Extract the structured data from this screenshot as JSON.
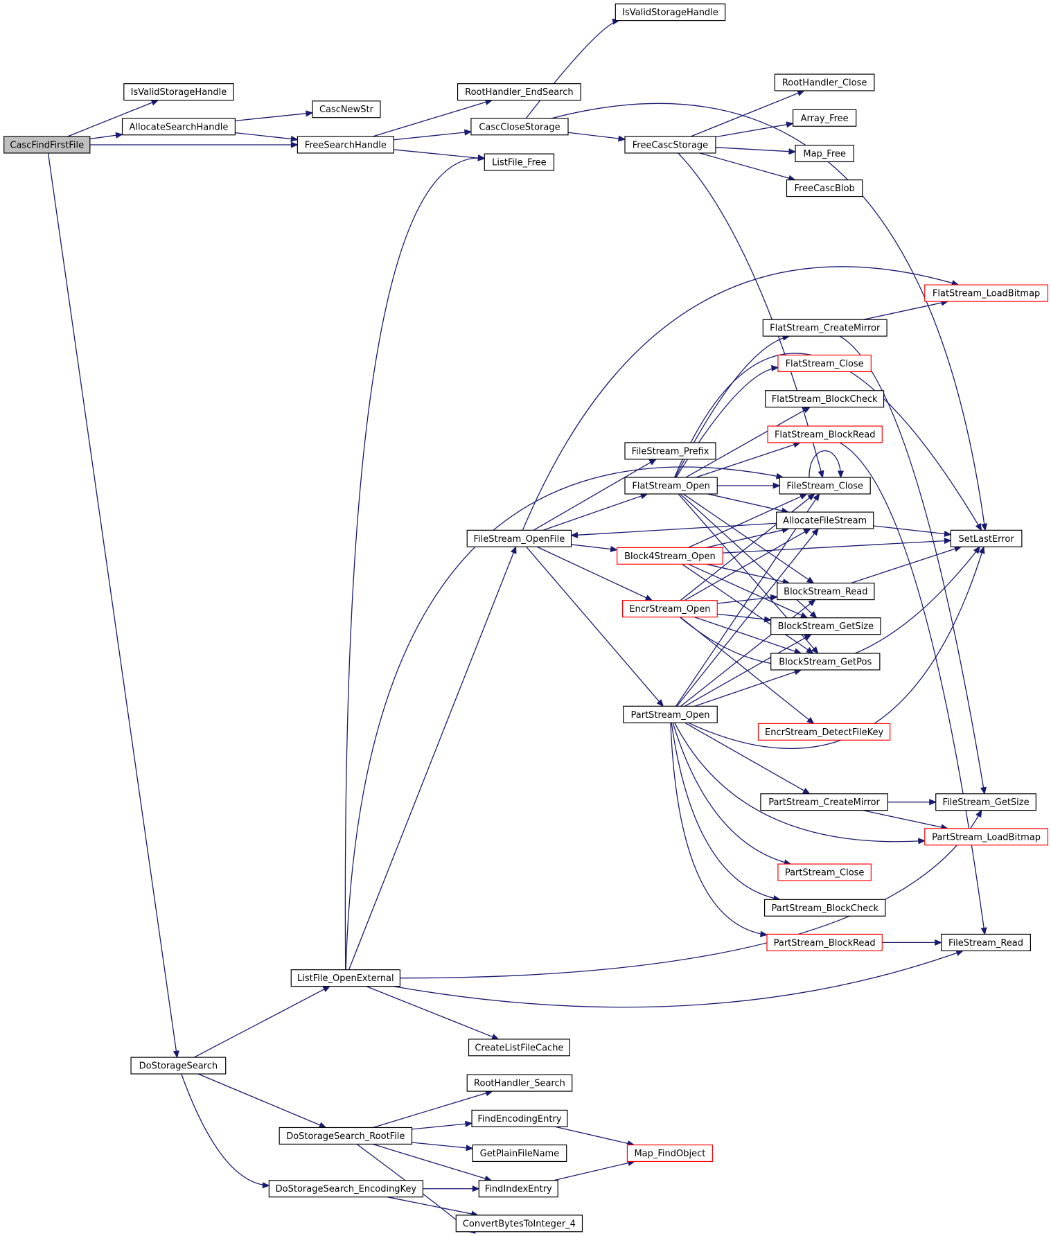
{
  "colors": {
    "edge": "#191970",
    "border": "#000000",
    "truncated_border": "#ff0000",
    "root_fill": "#bfbfbf",
    "fill": "#ffffff"
  },
  "nodes": [
    {
      "id": "n0",
      "label": "CascFindFirstFile",
      "root": true
    },
    {
      "id": "n1",
      "label": "IsValidStorageHandle"
    },
    {
      "id": "n2",
      "label": "AllocateSearchHandle"
    },
    {
      "id": "n3",
      "label": "FreeSearchHandle"
    },
    {
      "id": "n4",
      "label": "DoStorageSearch"
    },
    {
      "id": "n5",
      "label": "CascNewStr"
    },
    {
      "id": "n6",
      "label": "RootHandler_EndSearch"
    },
    {
      "id": "n7",
      "label": "CascCloseStorage"
    },
    {
      "id": "n8",
      "label": "ListFile_Free"
    },
    {
      "id": "n9",
      "label": "IsValidStorageHandle"
    },
    {
      "id": "n10",
      "label": "FreeCascStorage"
    },
    {
      "id": "n11",
      "label": "RootHandler_Close"
    },
    {
      "id": "n12",
      "label": "Array_Free"
    },
    {
      "id": "n13",
      "label": "Map_Free"
    },
    {
      "id": "n14",
      "label": "FreeCascBlob"
    },
    {
      "id": "n15",
      "label": "FlatStream_LoadBitmap",
      "truncated": true
    },
    {
      "id": "n16",
      "label": "FlatStream_CreateMirror"
    },
    {
      "id": "n17",
      "label": "FlatStream_Close",
      "truncated": true
    },
    {
      "id": "n18",
      "label": "FlatStream_BlockCheck"
    },
    {
      "id": "n19",
      "label": "FlatStream_BlockRead",
      "truncated": true
    },
    {
      "id": "n20",
      "label": "FileStream_Prefix"
    },
    {
      "id": "n21",
      "label": "FlatStream_Open"
    },
    {
      "id": "n22",
      "label": "FileStream_Close"
    },
    {
      "id": "n23",
      "label": "AllocateFileStream"
    },
    {
      "id": "n24",
      "label": "FileStream_OpenFile"
    },
    {
      "id": "n25",
      "label": "Block4Stream_Open",
      "truncated": true
    },
    {
      "id": "n26",
      "label": "SetLastError"
    },
    {
      "id": "n27",
      "label": "BlockStream_Read"
    },
    {
      "id": "n28",
      "label": "EncrStream_Open",
      "truncated": true
    },
    {
      "id": "n29",
      "label": "BlockStream_GetSize"
    },
    {
      "id": "n30",
      "label": "BlockStream_GetPos"
    },
    {
      "id": "n31",
      "label": "PartStream_Open"
    },
    {
      "id": "n32",
      "label": "EncrStream_DetectFileKey",
      "truncated": true
    },
    {
      "id": "n33",
      "label": "PartStream_CreateMirror"
    },
    {
      "id": "n34",
      "label": "FileStream_GetSize"
    },
    {
      "id": "n35",
      "label": "PartStream_LoadBitmap",
      "truncated": true
    },
    {
      "id": "n36",
      "label": "PartStream_Close",
      "truncated": true
    },
    {
      "id": "n37",
      "label": "PartStream_BlockCheck"
    },
    {
      "id": "n38",
      "label": "PartStream_BlockRead",
      "truncated": true
    },
    {
      "id": "n39",
      "label": "FileStream_Read"
    },
    {
      "id": "n40",
      "label": "ListFile_OpenExternal"
    },
    {
      "id": "n41",
      "label": "CreateListFileCache"
    },
    {
      "id": "n42",
      "label": "RootHandler_Search"
    },
    {
      "id": "n43",
      "label": "DoStorageSearch_RootFile"
    },
    {
      "id": "n44",
      "label": "FindEncodingEntry"
    },
    {
      "id": "n45",
      "label": "GetPlainFileName"
    },
    {
      "id": "n46",
      "label": "Map_FindObject",
      "truncated": true
    },
    {
      "id": "n47",
      "label": "DoStorageSearch_EncodingKey"
    },
    {
      "id": "n48",
      "label": "FindIndexEntry"
    },
    {
      "id": "n49",
      "label": "ConvertBytesToInteger_4"
    }
  ]
}
